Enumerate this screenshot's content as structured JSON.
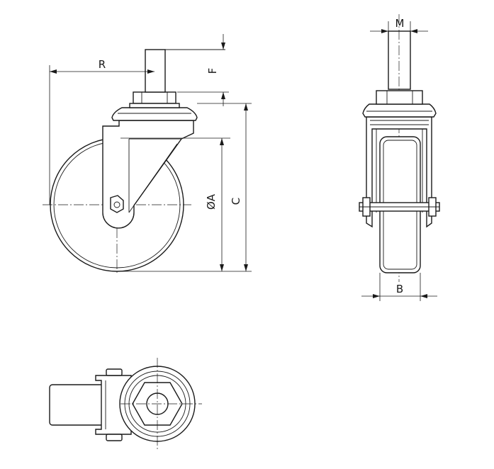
{
  "dimensions": {
    "R": "R",
    "F": "F",
    "A": "ØA",
    "C": "C",
    "M": "M",
    "B": "B"
  }
}
